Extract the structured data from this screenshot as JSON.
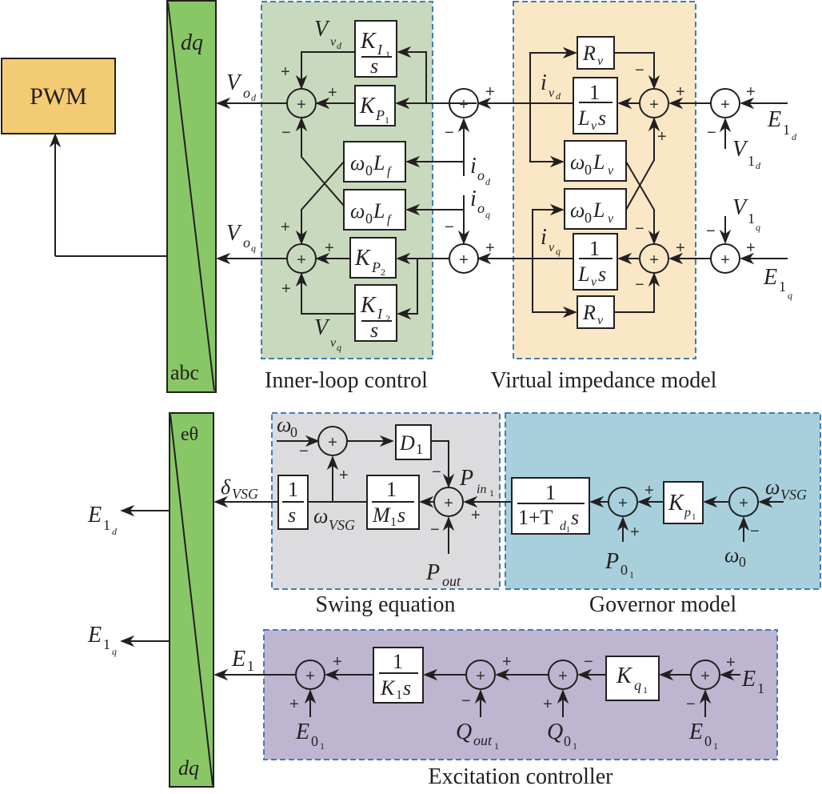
{
  "colors": {
    "pwm": "#f3cb72",
    "transform": "#88c766",
    "inner_loop": "#c9d9bd",
    "virtual_impedance": "#fae7c5",
    "swing": "#dcdcde",
    "governor": "#a7d0dc",
    "excitation": "#beb5d0",
    "border_dash": "#3f7db4"
  },
  "blocks": {
    "pwm": "PWM",
    "transform_top": {
      "top": "dq",
      "bottom": "abc"
    },
    "transform_bottom": {
      "top": "eθ",
      "bottom": "dq"
    },
    "KI1": {
      "num": "K",
      "num_sub": "I",
      "num_subsub": "1",
      "den": "s"
    },
    "KP1": {
      "main": "K",
      "sub": "P",
      "subsub": "1"
    },
    "w0Lf": {
      "main": "ω",
      "sub": "0",
      "main2": "L",
      "sub2": "f"
    },
    "KP2": {
      "main": "K",
      "sub": "P",
      "subsub": "2"
    },
    "KI2": {
      "num": "K",
      "num_sub": "I",
      "num_subsub": "2",
      "den": "s"
    },
    "Rv": {
      "main": "R",
      "sub": "v"
    },
    "LvS": {
      "num": "1",
      "den": "L",
      "den_sub": "v",
      "den_s": "s"
    },
    "w0Lv": {
      "main": "ω",
      "sub": "0",
      "main2": "L",
      "sub2": "v"
    },
    "D1": {
      "main": "D",
      "sub": "1"
    },
    "inv_s": {
      "num": "1",
      "den": "s"
    },
    "M1s": {
      "num": "1",
      "den": "M",
      "den_sub": "1",
      "den_s": "s"
    },
    "Td1": {
      "num": "1",
      "den_pre": "1+T",
      "den_sub": "d",
      "den_subsub": "1",
      "den_s": "s"
    },
    "Kp1": {
      "main": "K",
      "sub": "p",
      "subsub": "1"
    },
    "K1s": {
      "num": "1",
      "den": "K",
      "den_sub": "1",
      "den_s": "s"
    },
    "Kq1": {
      "main": "K",
      "sub": "q",
      "subsub": "1"
    }
  },
  "signals": {
    "Vod": {
      "main": "V",
      "sub": "o",
      "subsub": "d"
    },
    "Voq": {
      "main": "V",
      "sub": "o",
      "subsub": "q"
    },
    "Vvd": {
      "main": "V",
      "sub": "v",
      "subsub": "d"
    },
    "Vvq": {
      "main": "V",
      "sub": "v",
      "subsub": "q"
    },
    "iod": {
      "main": "i",
      "sub": "o",
      "subsub": "d"
    },
    "ioq": {
      "main": "i",
      "sub": "o",
      "subsub": "q"
    },
    "ivd": {
      "main": "i",
      "sub": "v",
      "subsub": "d"
    },
    "ivq": {
      "main": "i",
      "sub": "v",
      "subsub": "q"
    },
    "E1d": {
      "main": "E",
      "sub": "1",
      "subsub": "d"
    },
    "E1q": {
      "main": "E",
      "sub": "1",
      "subsub": "q"
    },
    "V1d": {
      "main": "V",
      "sub": "1",
      "subsub": "d"
    },
    "V1q": {
      "main": "V",
      "sub": "1",
      "subsub": "q"
    },
    "dVSG": {
      "main": "δ",
      "sub": "VSG"
    },
    "w0": {
      "main": "ω",
      "sub": "0"
    },
    "wVSG": {
      "main": "ω",
      "sub": "VSG"
    },
    "Pin1": {
      "main": "P",
      "sub": "in",
      "subsub": "1"
    },
    "Pout": {
      "main": "P",
      "sub": "out"
    },
    "P01": {
      "main": "P",
      "sub": "0",
      "subsub": "1"
    },
    "E1": {
      "main": "E",
      "sub": "1"
    },
    "E01": {
      "main": "E",
      "sub": "0",
      "subsub": "1"
    },
    "Qout1": {
      "main": "Q",
      "sub": "out",
      "subsub": "1"
    },
    "Q01": {
      "main": "Q",
      "sub": "0",
      "subsub": "1"
    }
  },
  "signs": {
    "plus": "+",
    "minus": "−",
    "sum": "+"
  },
  "captions": {
    "inner_loop": "Inner-loop control",
    "virtual_impedance": "Virtual impedance model",
    "swing": "Swing equation",
    "governor": "Governor model",
    "excitation": "Excitation controller"
  }
}
